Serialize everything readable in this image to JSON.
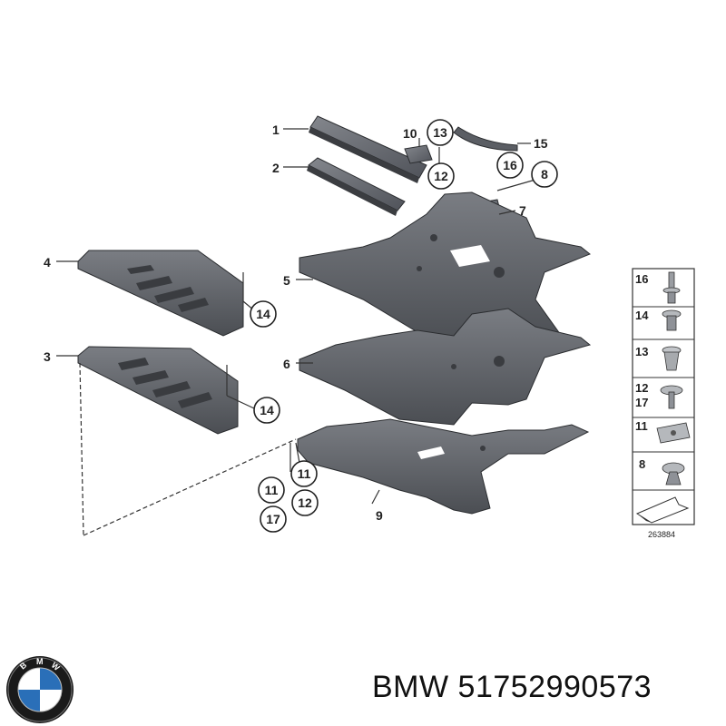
{
  "diagram": {
    "callouts": [
      "1",
      "2",
      "3",
      "4",
      "5",
      "6",
      "7",
      "8",
      "9",
      "10",
      "11",
      "11",
      "12",
      "12",
      "13",
      "14",
      "14",
      "15",
      "16",
      "17"
    ],
    "legend": {
      "rows": [
        {
          "labels": [
            "16"
          ]
        },
        {
          "labels": [
            "14"
          ]
        },
        {
          "labels": [
            "13"
          ]
        },
        {
          "labels": [
            "12",
            "17"
          ]
        },
        {
          "labels": [
            "11"
          ]
        },
        {
          "labels": [
            "8"
          ]
        }
      ],
      "ref_code": "263884"
    }
  },
  "footer": {
    "brand": "BMW",
    "part_number": "51752990573"
  },
  "logo": {
    "letters": [
      "B",
      "M",
      "W"
    ],
    "colors": {
      "blue": "#2a6fb8",
      "white": "#ffffff",
      "ring": "#1a1a1a"
    }
  },
  "colors": {
    "panel_dark": "#4a4d52",
    "panel_mid": "#6d7076",
    "panel_light": "#8e9197",
    "outline": "#2b2d30",
    "leader": "#333333"
  }
}
